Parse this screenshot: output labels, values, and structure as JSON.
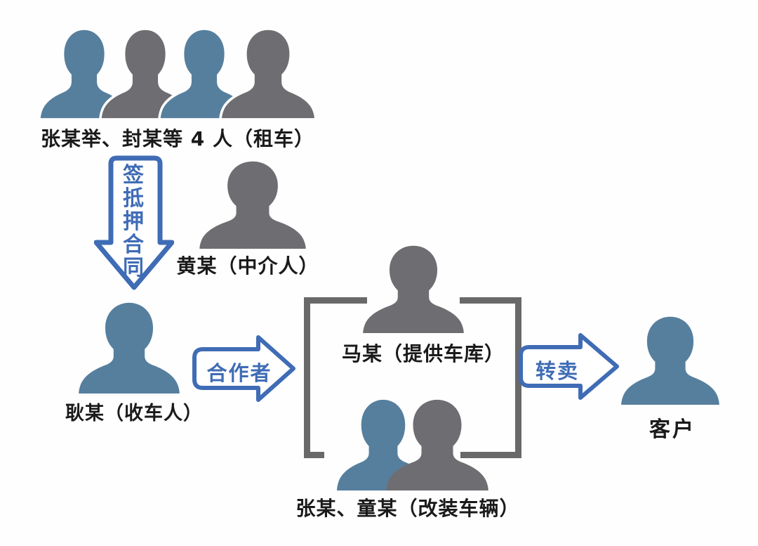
{
  "background_color": "#fefefe",
  "colors": {
    "person_blue": "#567f9e",
    "person_gray": "#6e6e72",
    "box_border": "#696969",
    "arrow_blue": "#3f6cb5",
    "label_text": "#1a1a1a"
  },
  "diagram": {
    "nodes": {
      "renters": {
        "label": "张某举、封某等 4 人（租车）",
        "people_colors": [
          "blue",
          "gray",
          "blue",
          "gray"
        ]
      },
      "middleman": {
        "label": "黄某（中介人）",
        "people_colors": [
          "gray"
        ]
      },
      "collector": {
        "label": "耿某（收车人）",
        "people_colors": [
          "blue"
        ]
      },
      "garage_provider": {
        "label": "马某（提供车库）",
        "people_colors": [
          "gray"
        ]
      },
      "modifiers": {
        "label": "张某、童某（改装车辆）",
        "people_colors": [
          "blue",
          "gray"
        ]
      },
      "customer": {
        "label": "客户",
        "people_colors": [
          "blue"
        ]
      }
    },
    "edges": {
      "sign_contract": {
        "label": "签抵押合同",
        "direction": "down"
      },
      "collaborator": {
        "label": "合作者",
        "direction": "right"
      },
      "resell": {
        "label": "转卖",
        "direction": "right"
      }
    }
  }
}
